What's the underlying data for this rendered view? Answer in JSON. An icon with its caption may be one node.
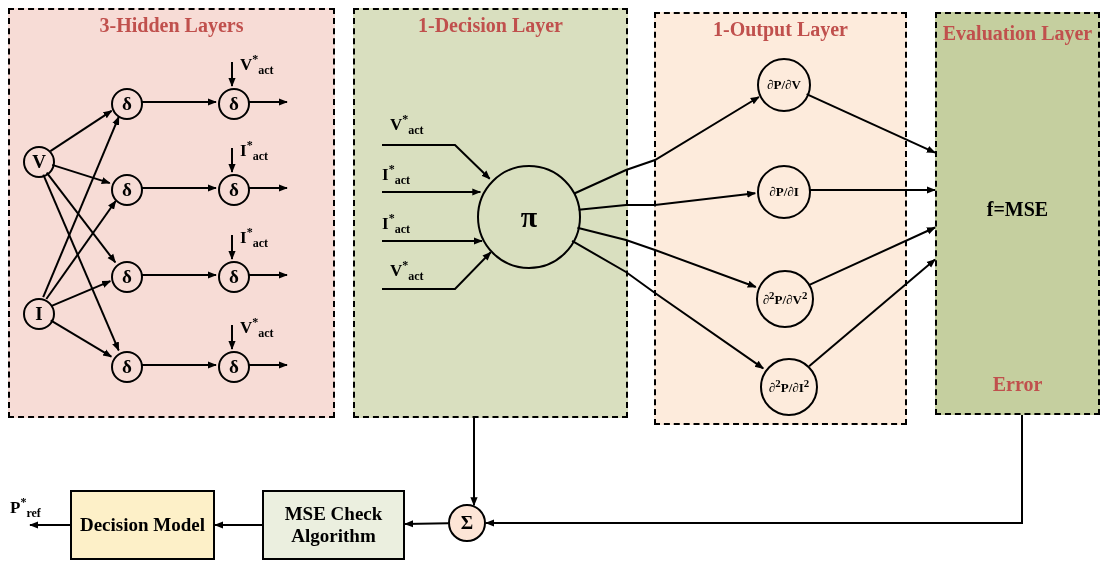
{
  "diagram": {
    "nodes": [
      {
        "text": [
          "3-Hidden Layers"
        ]
      },
      {
        "text": [
          "V"
        ],
        "in": 0
      },
      {
        "text": [
          "I"
        ],
        "in": 0
      },
      {
        "text": [
          "δ"
        ],
        "in": 0
      },
      {
        "text": [
          "δ"
        ],
        "in": 0
      },
      {
        "text": [
          "δ"
        ],
        "in": 0
      },
      {
        "text": [
          "δ"
        ],
        "in": 0
      },
      {
        "text": [
          "δ"
        ],
        "in": 0
      },
      {
        "text": [
          "δ"
        ],
        "in": 0
      },
      {
        "text": [
          "δ"
        ],
        "in": 0
      },
      {
        "text": [
          "δ"
        ],
        "in": 0
      },
      {
        "text": [
          "1-Decision Layer"
        ]
      },
      {
        "text": [
          "π"
        ],
        "in": 11
      },
      {
        "text": [
          "1-Output Layer"
        ]
      },
      {
        "text": [
          "∂P/∂V"
        ],
        "in": 13
      },
      {
        "text": [
          "∂P/∂I"
        ],
        "in": 13
      },
      {
        "text": [
          "∂$^{2}$P/∂V$^{2}$"
        ],
        "in": 13
      },
      {
        "text": [
          "∂$^{2}$P/∂I$^{2}$"
        ],
        "in": 13
      },
      {
        "text": [
          "Evaluation Layer",
          "f=MSE",
          "Error"
        ]
      },
      {
        "text": [
          "Σ"
        ]
      },
      {
        "text": [
          "MSE Check Algorithm"
        ]
      },
      {
        "text": [
          "Decision Model"
        ]
      }
    ],
    "edges": [
      {
        "from": 1,
        "to": 3,
        "arrow": "to"
      },
      {
        "from": 1,
        "to": 4,
        "arrow": "to"
      },
      {
        "from": 1,
        "to": 5,
        "arrow": "to"
      },
      {
        "from": 1,
        "to": 6,
        "arrow": "to"
      },
      {
        "from": 2,
        "to": 3,
        "arrow": "to"
      },
      {
        "from": 2,
        "to": 4,
        "arrow": "to"
      },
      {
        "from": 2,
        "to": 5,
        "arrow": "to"
      },
      {
        "from": 2,
        "to": 6,
        "arrow": "to"
      },
      {
        "from": 3,
        "to": 7,
        "arrow": "to"
      },
      {
        "from": 4,
        "to": 8,
        "arrow": "to"
      },
      {
        "from": 5,
        "to": 9,
        "arrow": "to"
      },
      {
        "from": 6,
        "to": 10,
        "arrow": "to"
      },
      {
        "from": null,
        "to": 7,
        "arrow": "to",
        "label": "V$^{*}$$_{act}$"
      },
      {
        "from": null,
        "to": 8,
        "arrow": "to",
        "label": "I$^{*}$$_{act}$"
      },
      {
        "from": null,
        "to": 9,
        "arrow": "to",
        "label": "I$^{*}$$_{act}$"
      },
      {
        "from": null,
        "to": 10,
        "arrow": "to",
        "label": "V$^{*}$$_{act}$"
      },
      {
        "from": 7,
        "to": null,
        "arrow": "to"
      },
      {
        "from": 8,
        "to": null,
        "arrow": "to"
      },
      {
        "from": 9,
        "to": null,
        "arrow": "to"
      },
      {
        "from": 10,
        "to": null,
        "arrow": "to"
      },
      {
        "from": null,
        "to": 12,
        "arrow": "to",
        "label": "V$^{*}$$_{act}$"
      },
      {
        "from": null,
        "to": 12,
        "arrow": "to",
        "label": "I$^{*}$$_{act}$"
      },
      {
        "from": null,
        "to": 12,
        "arrow": "to",
        "label": "I$^{*}$$_{act}$"
      },
      {
        "from": null,
        "to": 12,
        "arrow": "to",
        "label": "V$^{*}$$_{act}$"
      },
      {
        "from": 12,
        "to": 14,
        "arrow": "to"
      },
      {
        "from": 12,
        "to": 15,
        "arrow": "to"
      },
      {
        "from": 12,
        "to": 16,
        "arrow": "to"
      },
      {
        "from": 12,
        "to": 17,
        "arrow": "to"
      },
      {
        "from": 14,
        "to": 18,
        "arrow": "to"
      },
      {
        "from": 15,
        "to": 18,
        "arrow": "to"
      },
      {
        "from": 16,
        "to": 18,
        "arrow": "to"
      },
      {
        "from": 17,
        "to": 18,
        "arrow": "to"
      },
      {
        "from": 11,
        "to": 19,
        "arrow": "to"
      },
      {
        "from": 18,
        "to": 19,
        "arrow": "to"
      },
      {
        "from": 19,
        "to": 20,
        "arrow": "to"
      },
      {
        "from": 20,
        "to": 21,
        "arrow": "to"
      },
      {
        "from": 21,
        "to": null,
        "arrow": "to",
        "label": "P$^{*}$$_{ref}$"
      }
    ]
  }
}
